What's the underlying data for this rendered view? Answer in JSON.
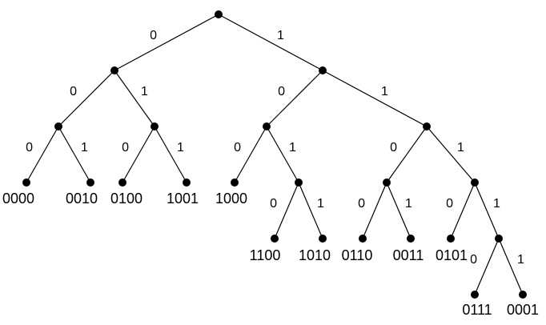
{
  "edges": [
    {
      "from": "root",
      "to": "n0",
      "label": "0"
    },
    {
      "from": "root",
      "to": "n1",
      "label": "1"
    },
    {
      "from": "n0",
      "to": "n00",
      "label": "0"
    },
    {
      "from": "n0",
      "to": "n01",
      "label": "1"
    },
    {
      "from": "n00",
      "to": "L0000",
      "label": "0"
    },
    {
      "from": "n00",
      "to": "L0010",
      "label": "1"
    },
    {
      "from": "n01",
      "to": "L0100",
      "label": "0"
    },
    {
      "from": "n01",
      "to": "L1001",
      "label": "1"
    },
    {
      "from": "n1",
      "to": "n10",
      "label": "0"
    },
    {
      "from": "n1",
      "to": "n11",
      "label": "1"
    },
    {
      "from": "n10",
      "to": "L1000",
      "label": "0"
    },
    {
      "from": "n10",
      "to": "n101",
      "label": "1"
    },
    {
      "from": "n101",
      "to": "L1100",
      "label": "0"
    },
    {
      "from": "n101",
      "to": "L1010",
      "label": "1"
    },
    {
      "from": "n11",
      "to": "n110",
      "label": "0"
    },
    {
      "from": "n11",
      "to": "n111",
      "label": "1"
    },
    {
      "from": "n110",
      "to": "L0110",
      "label": "0"
    },
    {
      "from": "n110",
      "to": "L0011",
      "label": "1"
    },
    {
      "from": "n111",
      "to": "L0101",
      "label": "0"
    },
    {
      "from": "n111",
      "to": "n1111",
      "label": "1"
    },
    {
      "from": "n1111",
      "to": "L0111",
      "label": "0"
    },
    {
      "from": "n1111",
      "to": "L0001",
      "label": "1"
    }
  ],
  "leaves": [
    {
      "id": "L0000",
      "label": "0000"
    },
    {
      "id": "L0010",
      "label": "0010"
    },
    {
      "id": "L0100",
      "label": "0100"
    },
    {
      "id": "L1001",
      "label": "1001"
    },
    {
      "id": "L1000",
      "label": "1000"
    },
    {
      "id": "L1100",
      "label": "1100"
    },
    {
      "id": "L1010",
      "label": "1010"
    },
    {
      "id": "L0110",
      "label": "0110"
    },
    {
      "id": "L0011",
      "label": "0011"
    },
    {
      "id": "L0101",
      "label": "0101"
    },
    {
      "id": "L0111",
      "label": "0111"
    },
    {
      "id": "L0001",
      "label": "0001"
    }
  ]
}
